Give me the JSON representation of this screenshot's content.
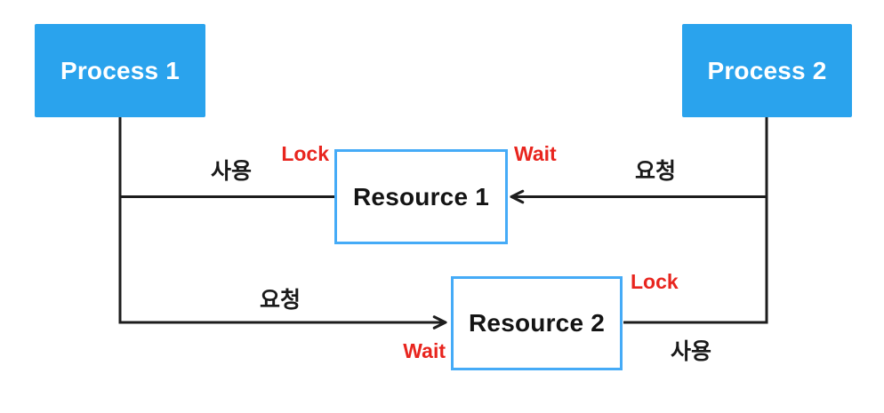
{
  "diagram": {
    "title": "deadlock-between-two-processes",
    "background_color": "#ffffff",
    "colors": {
      "process_fill": "#2aa3ed",
      "process_text": "#ffffff",
      "resource_border": "#45abf7",
      "resource_text": "#141414",
      "line": "#1d1d1d",
      "status_red": "#e8251e"
    },
    "nodes": {
      "process1": {
        "label": "Process 1"
      },
      "process2": {
        "label": "Process 2"
      },
      "resource1": {
        "label": "Resource 1"
      },
      "resource2": {
        "label": "Resource 2"
      }
    },
    "edges": {
      "p1_uses_r1": {
        "from": "Process 1",
        "to": "Resource 1",
        "action": "사용",
        "status": "Lock",
        "arrow": false
      },
      "p2_requests_r1": {
        "from": "Process 2",
        "to": "Resource 1",
        "action": "요청",
        "status": "Wait",
        "arrow": true
      },
      "p1_requests_r2": {
        "from": "Process 1",
        "to": "Resource 2",
        "action": "요청",
        "status": "Wait",
        "arrow": true
      },
      "p2_uses_r2": {
        "from": "Process 2",
        "to": "Resource 2",
        "action": "사용",
        "status": "Lock",
        "arrow": false
      }
    }
  }
}
